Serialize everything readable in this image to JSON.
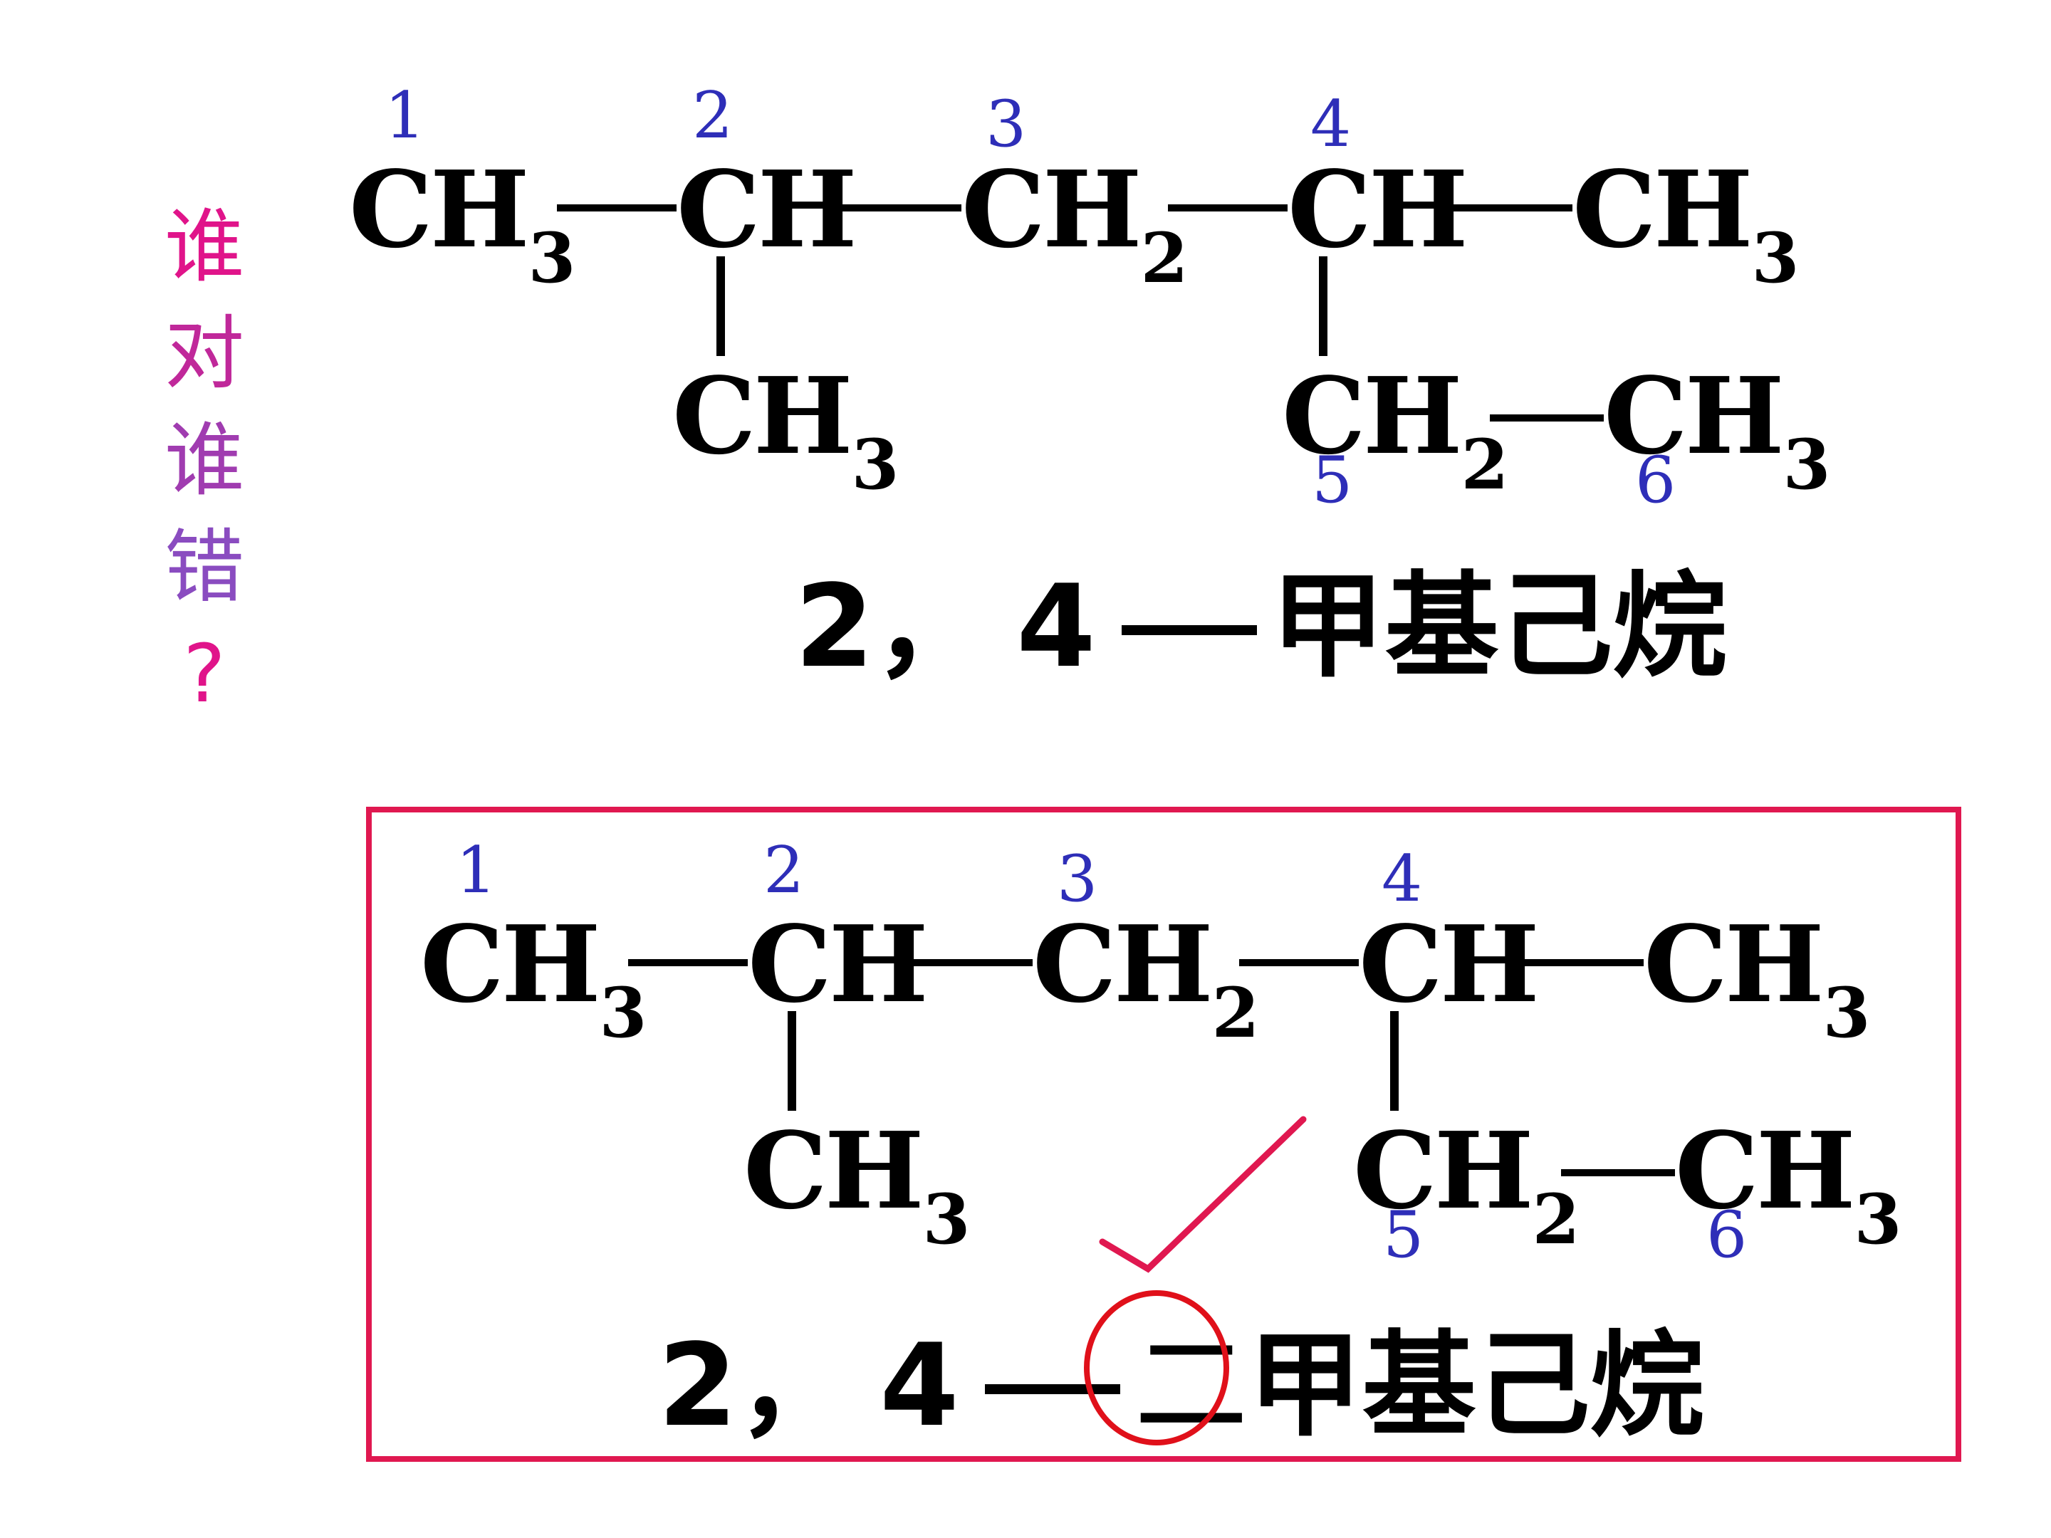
{
  "question": [
    "谁",
    "对",
    "谁",
    "错",
    "?"
  ],
  "question_colors": [
    "#e0148a",
    "#c0289a",
    "#a03cb0",
    "#8a4cc0",
    "#e0148a"
  ],
  "structure": {
    "main_chain": [
      {
        "base": "CH",
        "sub": "3",
        "num": "1"
      },
      {
        "base": "CH",
        "sub": "",
        "num": "2"
      },
      {
        "base": "CH",
        "sub": "2",
        "num": "3"
      },
      {
        "base": "CH",
        "sub": "",
        "num": "4"
      },
      {
        "base": "CH",
        "sub": "3",
        "num": ""
      }
    ],
    "branch_methyl": {
      "base": "CH",
      "sub": "3"
    },
    "branch_ethyl": [
      {
        "base": "CH",
        "sub": "2",
        "num": "5"
      },
      {
        "base": "CH",
        "sub": "3",
        "num": "6"
      }
    ]
  },
  "name_wrong": {
    "locants": "2，",
    "locant2": "4",
    "rest": "甲基己烷"
  },
  "name_right": {
    "locants": "2，",
    "locant2": "4",
    "highlight": "二",
    "rest": "甲基己烷"
  },
  "colors": {
    "numbers": "#2e2eb8",
    "box": "#e01850",
    "check": "#e01850",
    "circle": "#e0101a"
  }
}
